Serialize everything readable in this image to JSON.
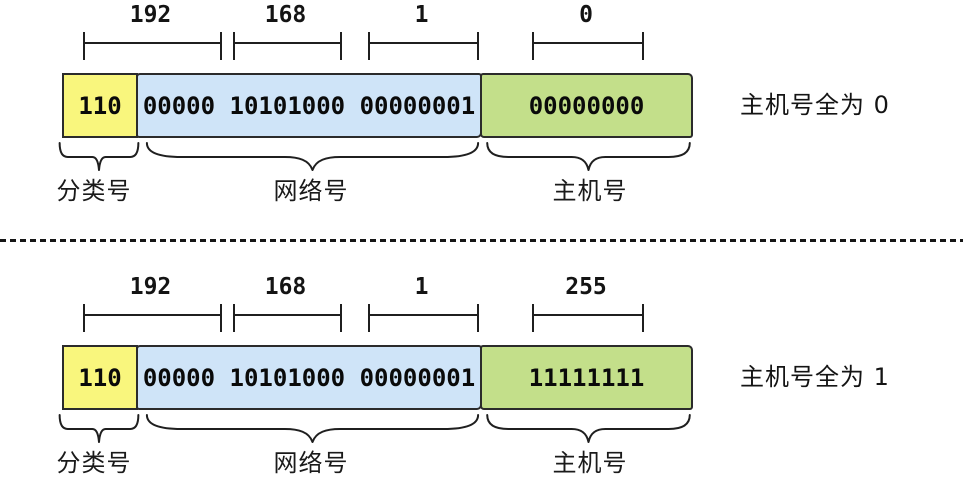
{
  "colors": {
    "class_box_fill": "#f9f67d",
    "network_box_fill": "#cfe4f8",
    "host_box_fill": "#c3df8a",
    "stroke": "#1f1f1f",
    "text": "#111111"
  },
  "diagrams": [
    {
      "measures": [
        {
          "label": "192"
        },
        {
          "label": "168"
        },
        {
          "label": "1"
        },
        {
          "label": "0"
        }
      ],
      "fields": {
        "class_bits": "110",
        "network_bits": "00000 10101000 00000001",
        "host_bits": "00000000"
      },
      "captions": {
        "class": "分类号",
        "network": "网络号",
        "host": "主机号"
      },
      "note": "主机号全为 0"
    },
    {
      "measures": [
        {
          "label": "192"
        },
        {
          "label": "168"
        },
        {
          "label": "1"
        },
        {
          "label": "255"
        }
      ],
      "fields": {
        "class_bits": "110",
        "network_bits": "00000 10101000 00000001",
        "host_bits": "11111111"
      },
      "captions": {
        "class": "分类号",
        "network": "网络号",
        "host": "主机号"
      },
      "note": "主机号全为 1"
    }
  ]
}
